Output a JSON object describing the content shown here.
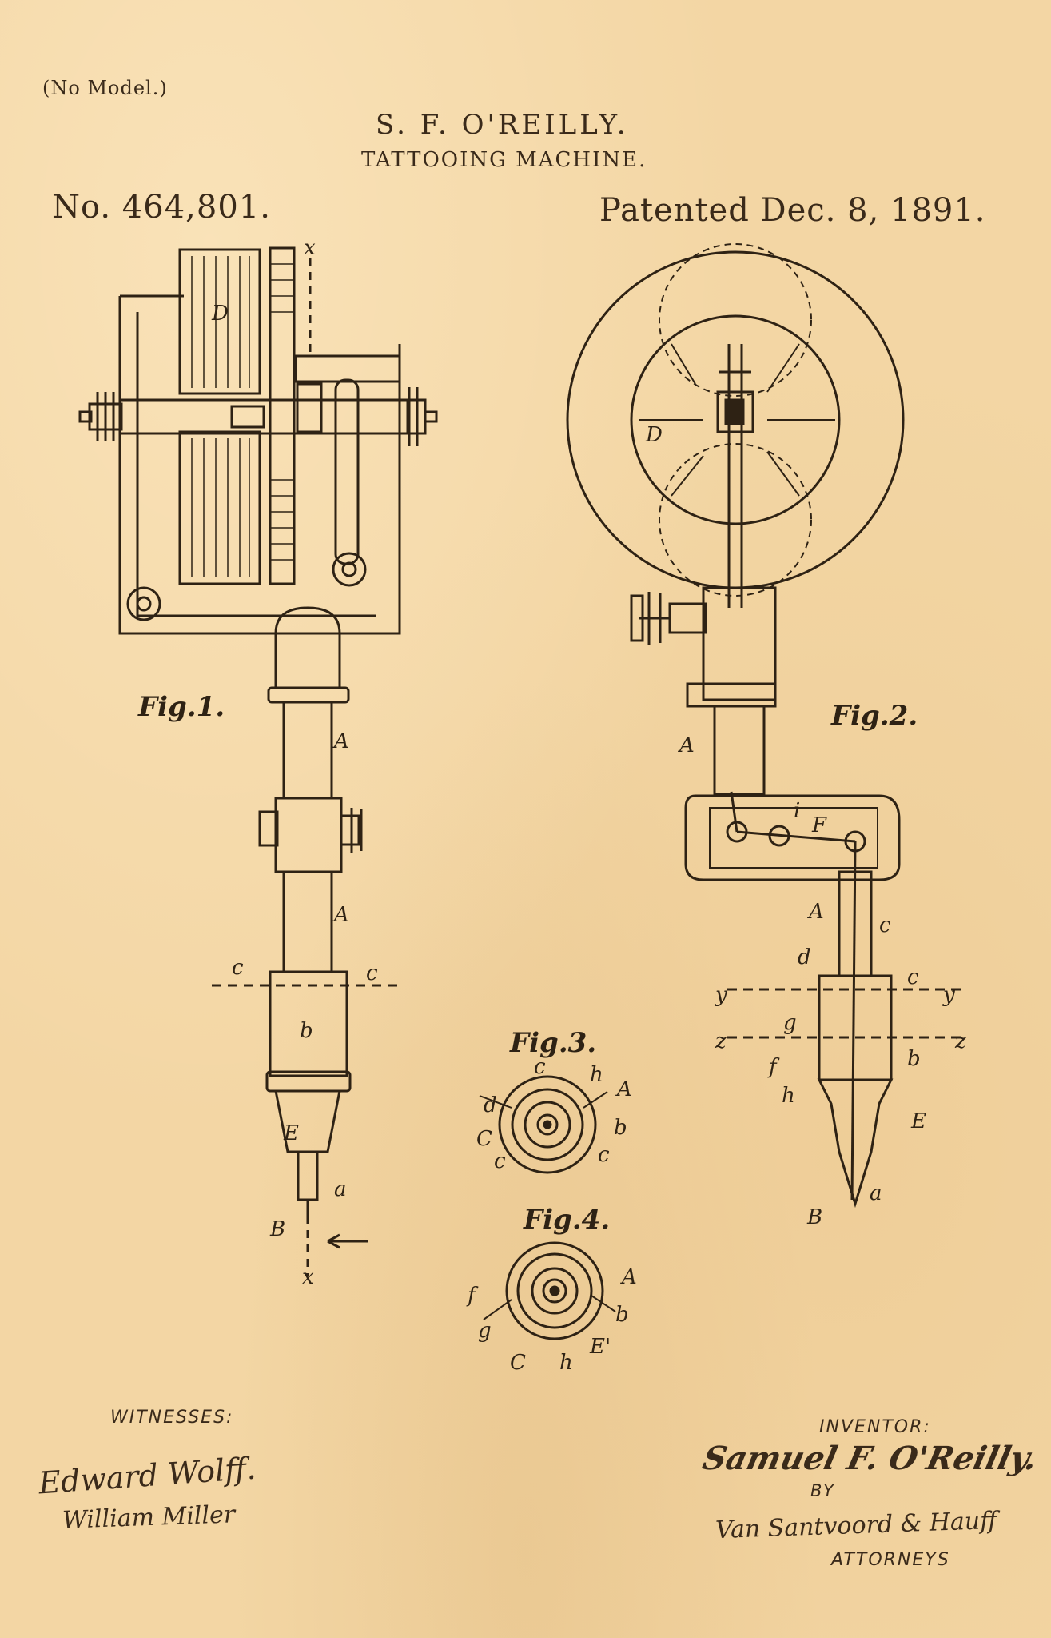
{
  "header": {
    "no_model": "(No Model.)",
    "inventor_name": "S. F. O'REILLY.",
    "title": "TATTOOING MACHINE.",
    "patent_number": "No. 464,801.",
    "patent_date": "Patented Dec. 8, 1891."
  },
  "figures": {
    "fig1": "Fig.1.",
    "fig2": "Fig.2.",
    "fig3": "Fig.3.",
    "fig4": "Fig.4."
  },
  "reference_letters": {
    "x": "x",
    "D": "D",
    "A": "A",
    "b": "b",
    "c": "c",
    "E": "E",
    "a": "a",
    "B": "B",
    "d": "d",
    "i": "i",
    "F": "F",
    "y": "y",
    "z": "z",
    "g": "g",
    "f": "f",
    "h": "h",
    "C": "C",
    "E_prime": "E'"
  },
  "footer": {
    "witnesses_label": "WITNESSES:",
    "witness_1": "Edward Wolff.",
    "witness_2": "William Miller",
    "inventor_label": "INVENTOR:",
    "inventor_signature": "Samuel F. O'Reilly.",
    "by_label": "BY",
    "attorneys_signature": "Van Santvoord & Hauff",
    "attorneys_label": "ATTORNEYS"
  },
  "colors": {
    "paper": "#f3d6a4",
    "ink": "#2e2214"
  }
}
